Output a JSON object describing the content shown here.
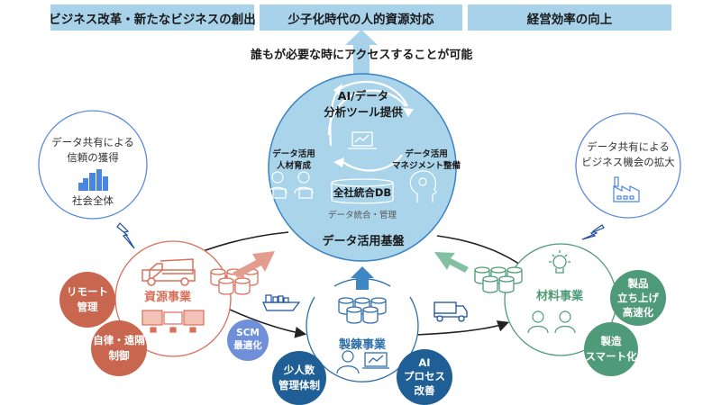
{
  "goals": [
    "ビジネス改革・新たなビジネスの創出",
    "少子化時代の人的資源対応",
    "経営効率の向上"
  ],
  "access_caption": "誰もが必要な時にアクセスすることが可能",
  "platform": {
    "title": "データ活用基盤",
    "cycle_top": [
      "AI/データ",
      "分析ツール提供"
    ],
    "left_item": [
      "データ活用",
      "人材育成"
    ],
    "right_item": [
      "データ活用",
      "マネジメント整備"
    ],
    "db_label": "全社統合DB",
    "db_sub": "データ統合・管理"
  },
  "society_left": {
    "lines": [
      "データ共有による",
      "信頼の獲得"
    ],
    "label": "社会全体"
  },
  "society_right": {
    "lines": [
      "データ共有による",
      "ビジネス機会の拡大"
    ]
  },
  "businesses": {
    "resources": {
      "title": "資源事業",
      "color": "#d9705b",
      "bubbles": [
        [
          "リモート",
          "管理"
        ],
        [
          "自律・遠隔",
          "制御"
        ]
      ]
    },
    "smelting": {
      "title": "製錬事業",
      "color": "#2e6fa7",
      "bubbles": [
        [
          "少人数",
          "管理体制"
        ],
        [
          "AI",
          "プロセス",
          "改善"
        ]
      ]
    },
    "materials": {
      "title": "材料事業",
      "color": "#4f9a78",
      "bubbles": [
        [
          "製品",
          "立ち上げ",
          "高速化"
        ],
        [
          "製造",
          "スマート化"
        ]
      ]
    }
  },
  "scm_bubble": [
    "SCM",
    "最適化"
  ],
  "colors": {
    "goal_bg": "#a7d2ea",
    "platform_fill": "#a9d4ea",
    "platform_stroke": "#3b82c4",
    "resources": "#d9705b",
    "resources_dark": "#c6604c",
    "smelting": "#1f6aa5",
    "materials": "#4f9a78",
    "scm": "#6f8fd8",
    "society_stroke": "#5b8be0"
  }
}
